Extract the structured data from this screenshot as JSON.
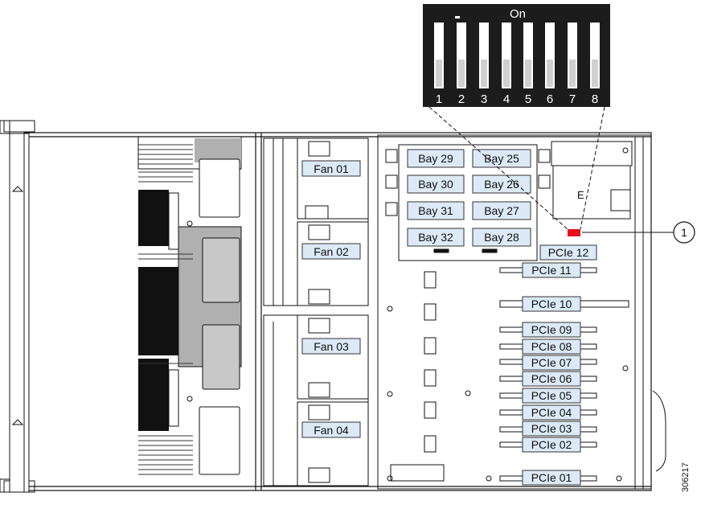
{
  "switch_panel": {
    "on_label": "On",
    "switch_numbers": [
      "1",
      "2",
      "3",
      "4",
      "5",
      "6",
      "7",
      "8"
    ]
  },
  "fans": [
    "Fan 01",
    "Fan 02",
    "Fan 03",
    "Fan 04"
  ],
  "bays": {
    "left": [
      "Bay 29",
      "Bay 30",
      "Bay 31",
      "Bay 32"
    ],
    "right": [
      "Bay 25",
      "Bay 26",
      "Bay 27",
      "Bay 28"
    ]
  },
  "pcie_slots": [
    "PCIe 12",
    "PCIe 11",
    "PCIe 10",
    "PCIe 09",
    "PCIe 08",
    "PCIe 07",
    "PCIe 06",
    "PCIe 05",
    "PCIe 04",
    "PCIe 03",
    "PCIe 02",
    "PCIe 01"
  ],
  "callout": "1",
  "figure_id": "306217",
  "colors": {
    "label_fill": "#dce9f7",
    "switch_panel": "#1c1c1c",
    "switch_highlight": "#e8101e",
    "dark_region": "#111111",
    "gray_region": "#b0b0b0"
  }
}
